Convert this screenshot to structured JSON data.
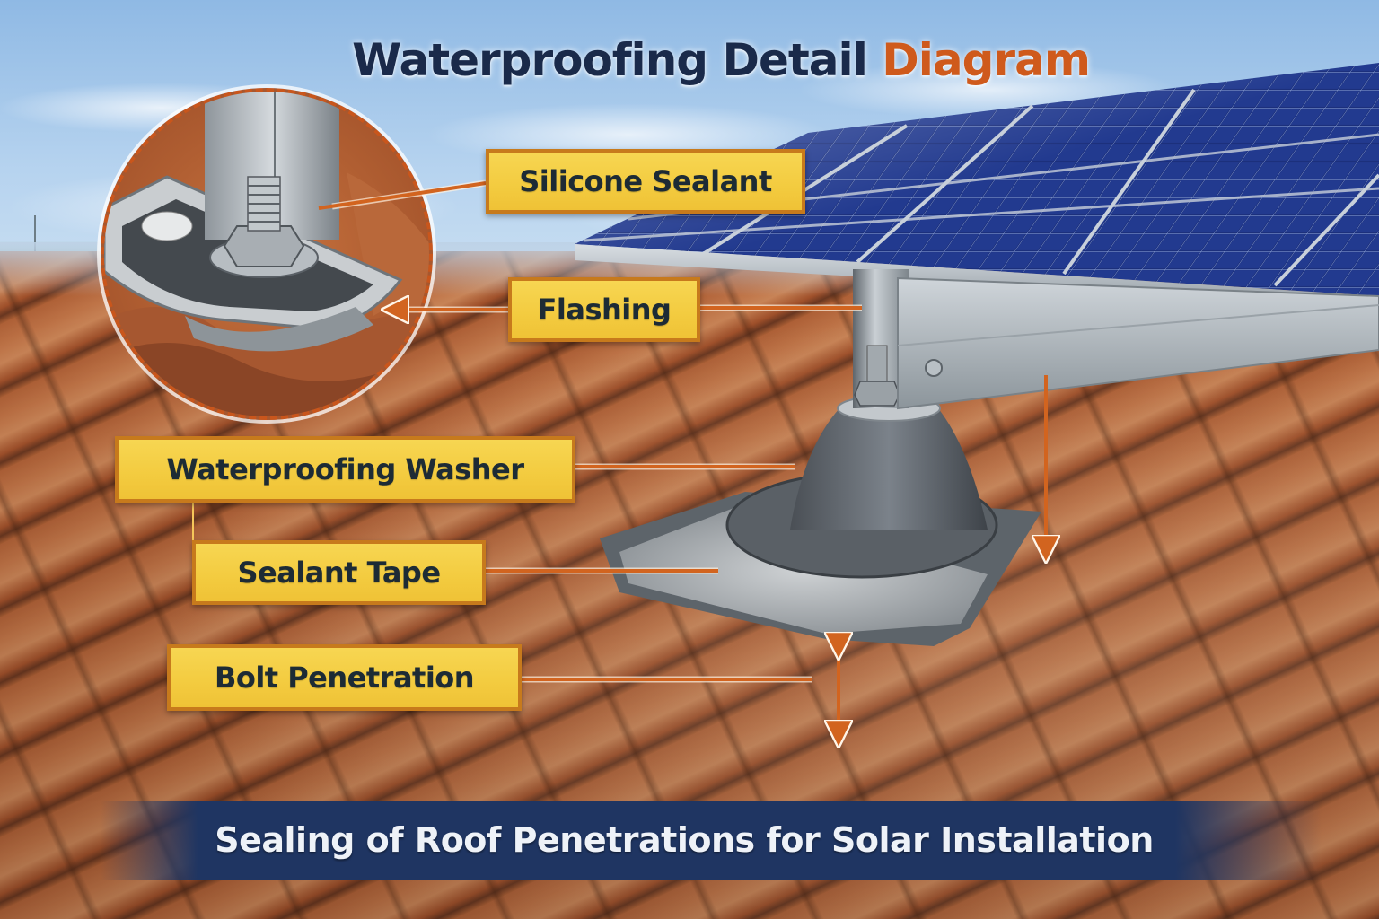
{
  "title": {
    "main": "Waterproofing Detail",
    "accent": "Diagram"
  },
  "labels": {
    "silicone_sealant": "Silicone Sealant",
    "flashing": "Flashing",
    "waterproofing_washer": "Waterproofing Washer",
    "sealant_tape": "Sealant Tape",
    "bolt_penetration": "Bolt Penetration"
  },
  "footer": {
    "caption": "Sealing of Roof Penetrations for Solar Installation"
  },
  "colors": {
    "title_dark": "#1a2a4a",
    "title_accent": "#cf5a1c",
    "label_fill": "#f3cb3f",
    "label_border": "#c77a1c",
    "leader_line": "#d2641f",
    "banner": "#1f3562",
    "panel_cell": "#1c2f7a",
    "roof_tile": "#b9663a"
  },
  "icons": {
    "detail_circle": "magnified-bolt-detail-icon",
    "leader_arrow": "arrow-icon"
  }
}
